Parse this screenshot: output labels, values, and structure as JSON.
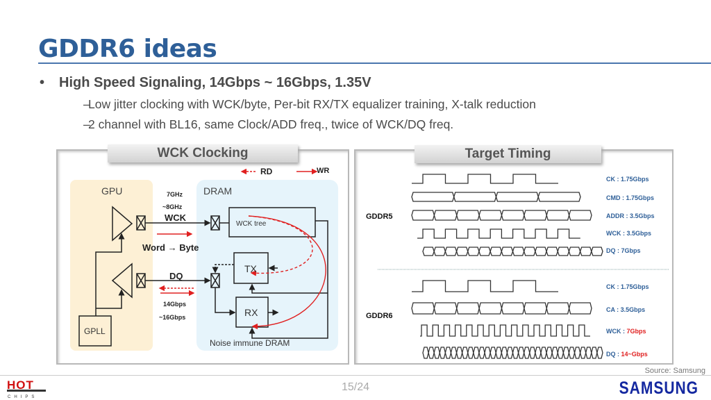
{
  "title": "GDDR6 ideas",
  "bullets": {
    "main": "High Speed Signaling, 14Gbps ~ 16Gbps, 1.35V",
    "main_marker": "•",
    "sub_marker": "–",
    "subs": [
      "Low jitter clocking with WCK/byte, Per-bit RX/TX equalizer training, X-talk reduction",
      "2 channel with BL16, same Clock/ADD freq., twice of WCK/DQ freq."
    ]
  },
  "wck_panel": {
    "title": "WCK Clocking",
    "legend_rd": "RD",
    "legend_wr": "WR",
    "gpu": "GPU",
    "dram": "DRAM",
    "freq1": "7GHz",
    "freq2": "~8GHz",
    "wck": "WCK",
    "word_byte": "Word  → Byte",
    "dq": "DQ",
    "rate1": "14Gbps",
    "rate2": "~16Gbps",
    "gpll": "GPLL",
    "wck_tree": "WCK tree",
    "tx": "TX",
    "rx": "RX",
    "noise": "Noise immune DRAM",
    "red": "#e02020"
  },
  "timing_panel": {
    "title": "Target Timing",
    "gddr5": "GDDR5",
    "gddr6": "GDDR6",
    "rows5": [
      {
        "name": "CK : ",
        "rate": "1.75Gbps",
        "red": false
      },
      {
        "name": "CMD : ",
        "rate": "1.75Gbps",
        "red": false
      },
      {
        "name": "ADDR : ",
        "rate": "3.5Gbps",
        "red": false
      },
      {
        "name": "WCK : ",
        "rate": "3.5Gbps",
        "red": false
      },
      {
        "name": "DQ : ",
        "rate": "7Gbps",
        "red": false
      }
    ],
    "rows6": [
      {
        "name": "CK : ",
        "rate": "1.75Gbps",
        "red": false
      },
      {
        "name": "CA : ",
        "rate": "3.5Gbps",
        "red": false
      },
      {
        "name": "WCK : ",
        "rate": "7Gbps",
        "red": true
      },
      {
        "name": "DQ : ",
        "rate": "14~Gbps",
        "red": true
      }
    ]
  },
  "footer": {
    "source": "Source: Samsung",
    "page": "15/24",
    "samsung_logo": "SAMSUNG",
    "hotchips_logo": "HOT CHIPS"
  }
}
